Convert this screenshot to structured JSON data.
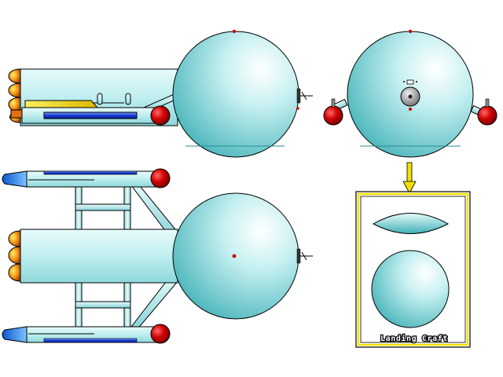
{
  "diagram": {
    "views": [
      "side-view",
      "front-view",
      "top-view"
    ],
    "inset": {
      "label": "Landing Craft",
      "components": [
        "landing-craft-side",
        "landing-craft-top"
      ]
    },
    "colors": {
      "hull": "#bfeeef",
      "hull_dark": "#3aaeb4",
      "outline": "#000000",
      "cap_red": "#cc0000",
      "strip_blue": "#1a3ad8",
      "thruster_orange": "#e07010",
      "exhaust_yellow": "#f0e020",
      "nozzle_blue": "#1a7ae8",
      "arrow_yellow": "#f0e000",
      "background": "#ffffff"
    }
  }
}
